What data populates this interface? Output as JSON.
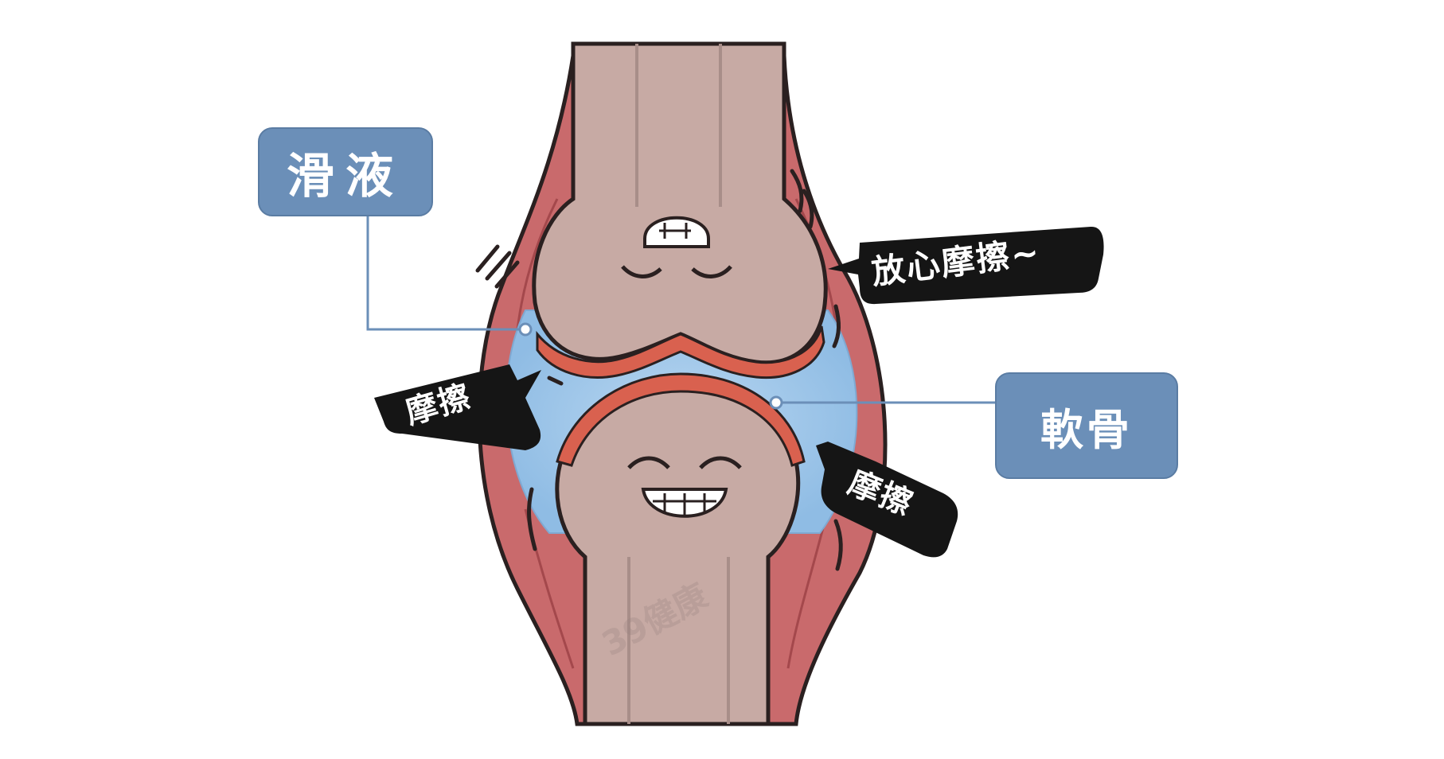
{
  "labels": {
    "synovial_fluid": "滑液",
    "cartilage": "軟骨"
  },
  "speech_bubbles": {
    "top_right": "放心摩擦~",
    "left": "摩擦",
    "right": "摩擦"
  },
  "watermark": "39健康",
  "colors": {
    "bone": "#c7aaa4",
    "bone_outline": "#2a2020",
    "muscle": "#c96a6c",
    "cartilage": "#d9614f",
    "synovial": "#9cc4e8",
    "label_box": "#6b8fb8",
    "bubble": "#151515",
    "leader_line": "#6b8fb8"
  }
}
